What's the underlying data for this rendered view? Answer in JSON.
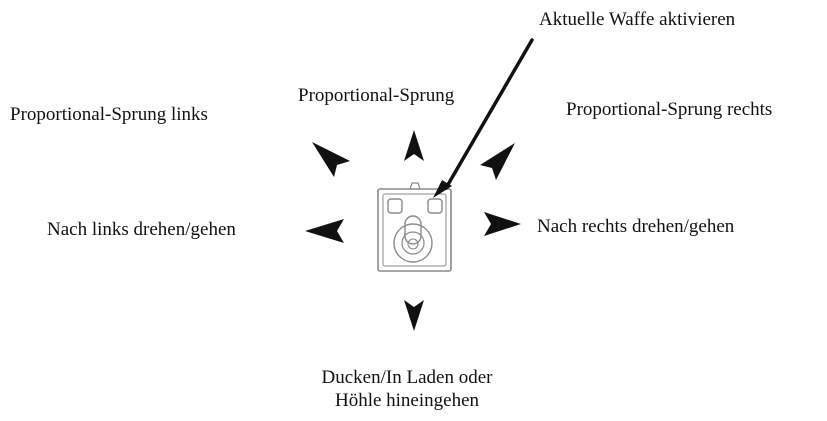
{
  "labels": {
    "activate_weapon": "Aktuelle Waffe aktivieren",
    "jump_up": "Proportional-Sprung",
    "jump_left": "Proportional-Sprung links",
    "jump_right": "Proportional-Sprung rechts",
    "turn_left": "Nach links drehen/gehen",
    "turn_right": "Nach rechts drehen/gehen",
    "down_line1": "Ducken/In Laden oder",
    "down_line2": "Höhle hineingehen"
  },
  "icons": {
    "controller": "joystick-icon",
    "arrows": "direction-arrow-icon",
    "pointer": "pointer-line-icon"
  },
  "colors": {
    "ink": "#111111",
    "device_outline": "#8a8a8a"
  }
}
